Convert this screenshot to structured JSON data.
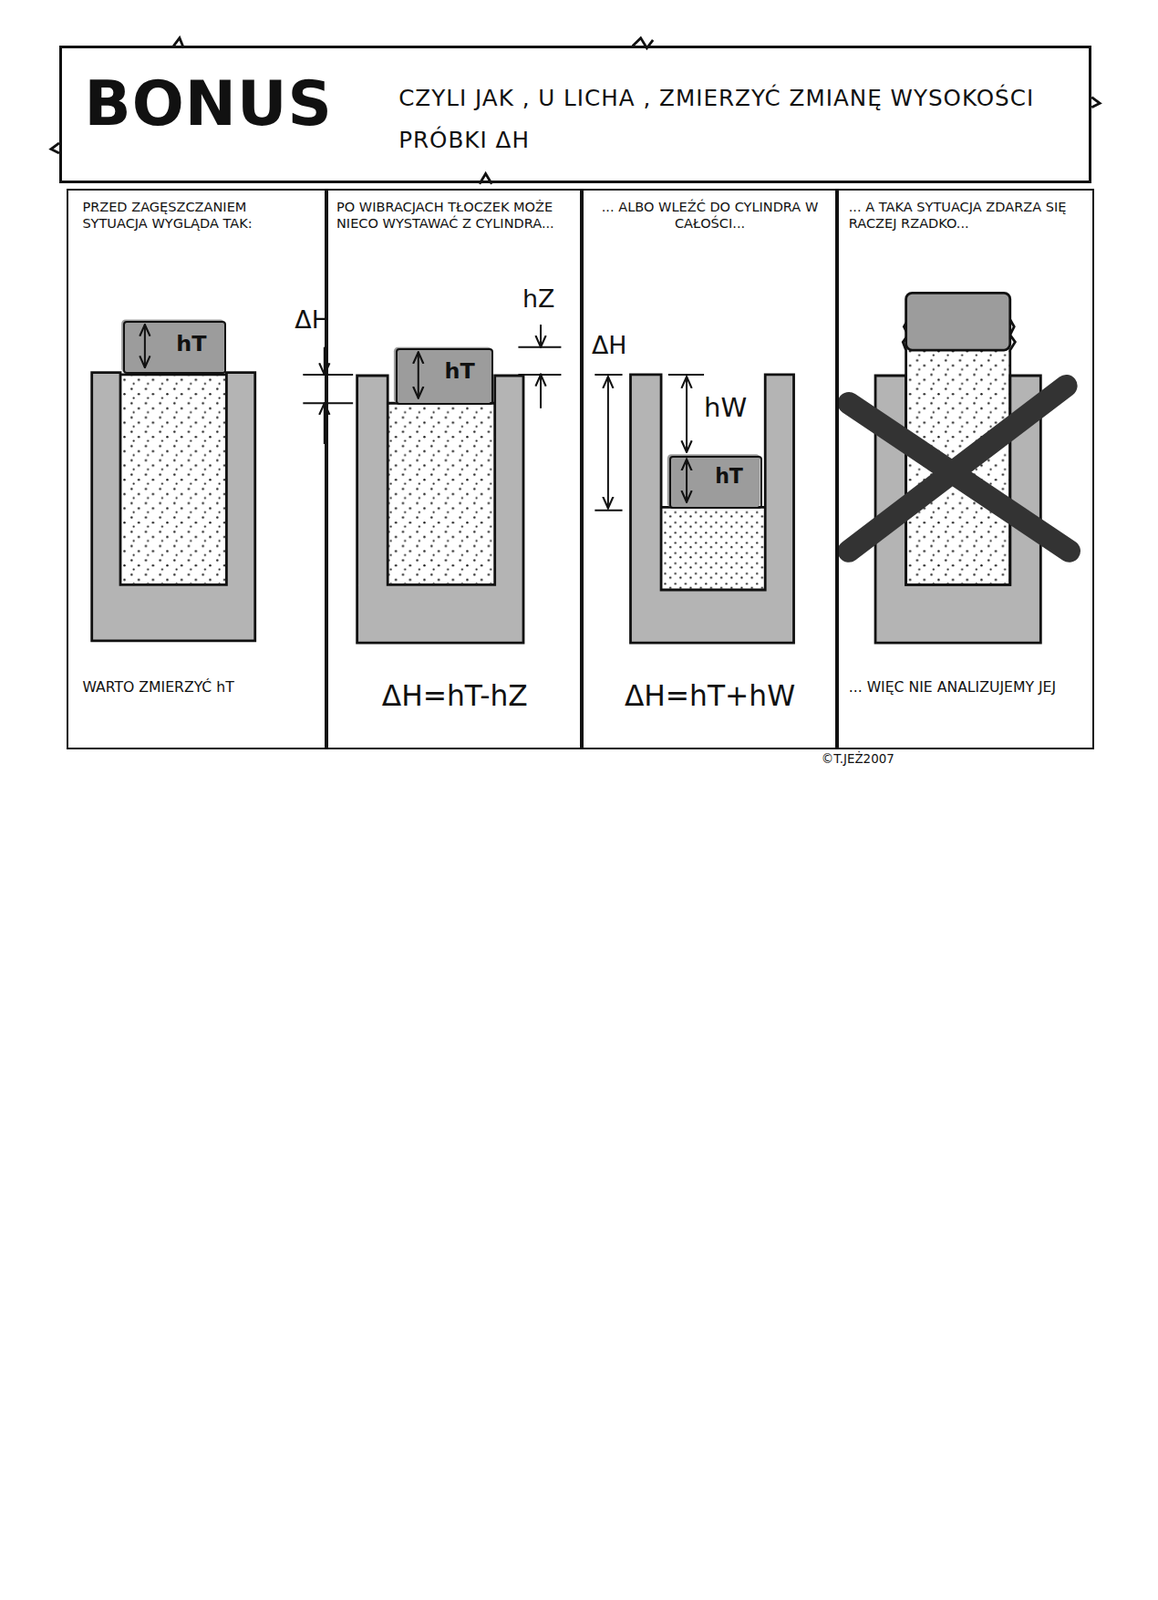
{
  "diagram": {
    "nodes": [
      {
        "text": [
          "BONUS",
          "CZYLI JAK , U LICHA , ZMIERZYĆ ZMIANĘ WYSOKOŚCI PRÓBKI ΔH"
        ]
      },
      {
        "text": [
          "PRZED ZAGĘSZCZANIEM SYTUACJA WYGLĄDA TAK:",
          "WARTO ZMIERZYĆ hT"
        ]
      },
      {
        "text": [
          "hT"
        ],
        "in": 1
      },
      {
        "text": [
          "PO WIBRACJACH TŁOCZEK MOŻE NIECO WYSTAWAĆ Z CYLINDRA...",
          "ΔH=hT-hZ"
        ]
      },
      {
        "text": [
          "hT"
        ],
        "in": 3
      },
      {
        "text": [
          "... ALBO WLEŹĆ DO CYLINDRA W CAŁOŚCI...",
          "ΔH=hT+hW"
        ]
      },
      {
        "text": [
          "hT"
        ],
        "in": 5
      },
      {
        "text": [
          "... A TAKA SYTUACJA ZDARZA SIĘ RACZEJ RZADKO...",
          "... WIĘC NIE ANALIZUJEMY JEJ"
        ]
      }
    ],
    "labels": [
      "ΔH",
      "hZ",
      "ΔH",
      "hW",
      "©T.JEŻ2007"
    ]
  }
}
